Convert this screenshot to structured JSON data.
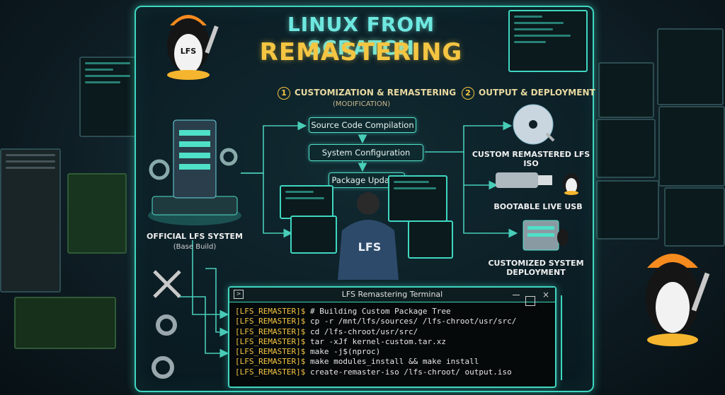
{
  "title": {
    "line1": "LINUX FROM SCRATCH",
    "line2": "REMASTERING"
  },
  "sections": {
    "customization": {
      "number": "1",
      "title": "CUSTOMIZATION & REMASTERING",
      "subtitle": "(MODIFICATION)"
    },
    "output": {
      "number": "2",
      "title": "OUTPUT & DEPLOYMENT"
    }
  },
  "steps": [
    "Source Code Compilation",
    "System Configuration",
    "Package Updates"
  ],
  "source": {
    "label": "OFFICIAL LFS SYSTEM",
    "sublabel": "(Base Build)"
  },
  "outputs": [
    "CUSTOM REMASTERED LFS ISO",
    "BOOTABLE LIVE USB",
    "CUSTOMIZED SYSTEM DEPLOYMENT"
  ],
  "badges": {
    "penguin_left": "LFS",
    "technician_back": "LFS"
  },
  "terminal": {
    "title": "LFS Remastering Terminal",
    "prompt": "[LFS_REMASTER]$",
    "lines": [
      "# Building Custom Package Tree",
      "cp -r /mnt/lfs/sources/ /lfs-chroot/usr/src/",
      "cd /lfs-chroot/usr/src/",
      "tar -xJf kernel-custom.tar.xz",
      "make -j$(nproc)",
      "make modules_install && make install",
      "create-remaster-iso /lfs-chroot/ output.iso"
    ]
  },
  "colors": {
    "accent": "#3fd6c0",
    "title_cyan": "#6ee8e0",
    "title_gold": "#f5c542",
    "background": "#0f1f26"
  },
  "icons": [
    "penguin-mascot-icon",
    "server-tower-icon",
    "gear-icon",
    "cd-disc-icon",
    "wrench-icon",
    "usb-drive-icon",
    "server-box-icon",
    "tools-icon"
  ]
}
